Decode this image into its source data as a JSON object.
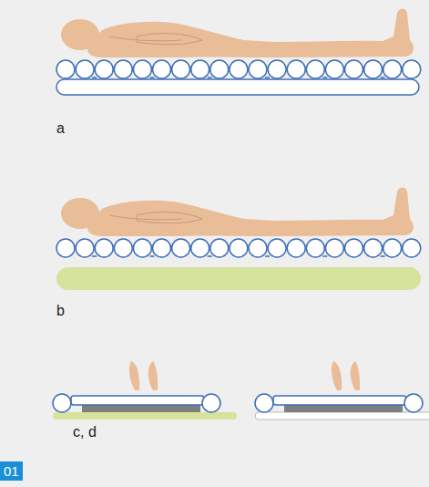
{
  "diagram": {
    "nodes": [
      {
        "text": [
          "01"
        ]
      }
    ],
    "labels": [
      "a",
      "b",
      "c, d"
    ]
  }
}
